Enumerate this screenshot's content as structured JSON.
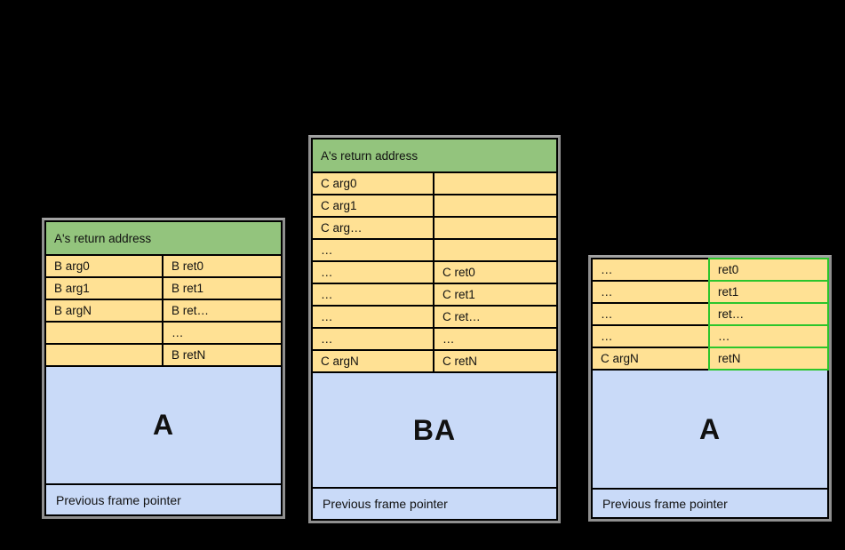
{
  "colors": {
    "background": "#000000",
    "header_green": "#93c47d",
    "cell_yellow": "#ffe194",
    "body_blue": "#c9daf8",
    "frame_gray": "#8f8f8f",
    "highlight_green": "#2cc52c",
    "border_black": "#000000"
  },
  "stacks": [
    {
      "name": "left-stack",
      "header": "A's return address",
      "rows": [
        {
          "left": "B arg0",
          "right": "B ret0"
        },
        {
          "left": "B arg1",
          "right": "B ret1"
        },
        {
          "left": "B argN",
          "right": "B ret…"
        },
        {
          "left": "",
          "right": "…"
        },
        {
          "left": "",
          "right": "B retN"
        }
      ],
      "body_label": "A",
      "footer": "Previous frame pointer"
    },
    {
      "name": "middle-stack",
      "header": "A's return address",
      "rows": [
        {
          "left": "C arg0",
          "right": ""
        },
        {
          "left": "C arg1",
          "right": ""
        },
        {
          "left": "C arg…",
          "right": ""
        },
        {
          "left": "…",
          "right": ""
        },
        {
          "left": "…",
          "right": "C ret0"
        },
        {
          "left": "…",
          "right": "C ret1"
        },
        {
          "left": "…",
          "right": "C ret…"
        },
        {
          "left": "…",
          "right": "…"
        },
        {
          "left": "C argN",
          "right": "C retN"
        }
      ],
      "body_label": "BA",
      "footer": "Previous frame pointer"
    },
    {
      "name": "right-stack",
      "rows": [
        {
          "left": "…",
          "right": "ret0"
        },
        {
          "left": "…",
          "right": "ret1"
        },
        {
          "left": "…",
          "right": "ret…"
        },
        {
          "left": "…",
          "right": "…"
        },
        {
          "left": "C argN",
          "right": "retN"
        }
      ],
      "body_label": "A",
      "footer": "Previous frame pointer"
    }
  ]
}
